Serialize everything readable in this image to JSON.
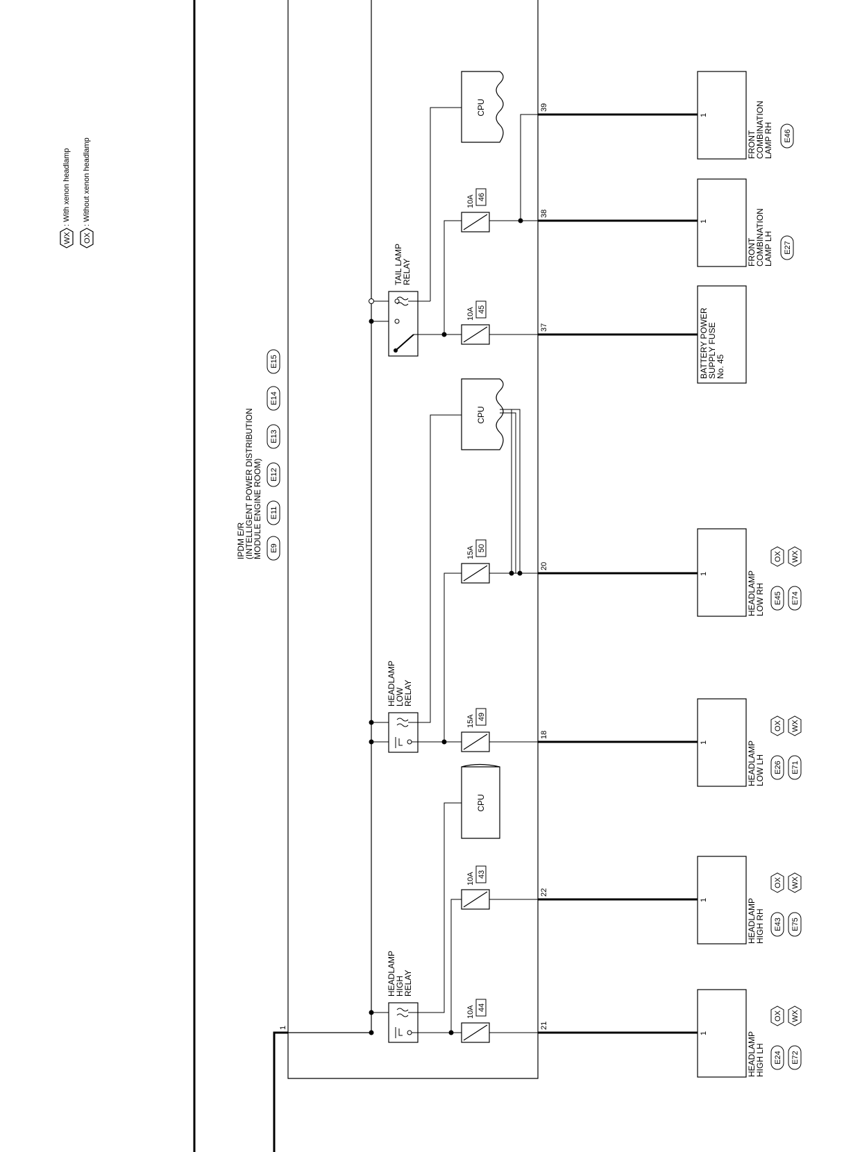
{
  "legend": {
    "wx": {
      "tag": "WX",
      "text": ": With xenon headlamp"
    },
    "ox": {
      "tag": "OX",
      "text": ": Without xenon headlamp"
    }
  },
  "ipdm": {
    "lines": [
      "IPDM E/R",
      "(INTELLIGENT POWER DISTRIBUTION",
      "MODULE ENGINE ROOM)"
    ],
    "connectors": [
      "E9",
      "E11",
      "E12",
      "E13",
      "E14",
      "E15"
    ],
    "input_pin": "1"
  },
  "relays": {
    "tail": [
      "TAIL LAMP",
      "RELAY"
    ],
    "low": [
      "HEADLAMP",
      "LOW",
      "RELAY"
    ],
    "high": [
      "HEADLAMP",
      "HIGH",
      "RELAY"
    ]
  },
  "cpu_label": "CPU",
  "fuses": {
    "f46": {
      "amp": "10A",
      "num": "46"
    },
    "f45": {
      "amp": "10A",
      "num": "45"
    },
    "f50": {
      "amp": "15A",
      "num": "50"
    },
    "f49": {
      "amp": "15A",
      "num": "49"
    },
    "f43": {
      "amp": "10A",
      "num": "43"
    },
    "f44": {
      "amp": "10A",
      "num": "44"
    }
  },
  "pins": {
    "p39": "39",
    "p38": "38",
    "p37": "37",
    "p20": "20",
    "p18": "18",
    "p22": "22",
    "p21": "21"
  },
  "components": {
    "comb_rh": {
      "lines": [
        "FRONT",
        "COMBINATION",
        "LAMP RH"
      ],
      "conn": "E46",
      "pin": "1"
    },
    "comb_lh": {
      "lines": [
        "FRONT",
        "COMBINATION",
        "LAMP LH"
      ],
      "conn": "E27",
      "pin": "1"
    },
    "battery": {
      "lines": [
        "BATTERY POWER",
        "SUPPLY FUSE",
        "No. 45"
      ]
    },
    "low_rh": {
      "lines": [
        "HEADLAMP",
        "LOW RH"
      ],
      "c1": "E45",
      "c2": "E74",
      "pin": "1"
    },
    "low_lh": {
      "lines": [
        "HEADLAMP",
        "LOW LH"
      ],
      "c1": "E26",
      "c2": "E71",
      "pin": "1"
    },
    "high_rh": {
      "lines": [
        "HEADLAMP",
        "HIGH RH"
      ],
      "c1": "E43",
      "c2": "E75",
      "pin": "1"
    },
    "high_lh": {
      "lines": [
        "HEADLAMP",
        "HIGH LH"
      ],
      "c1": "E24",
      "c2": "E72",
      "pin": "1"
    }
  },
  "variant_tags": {
    "ox": "OX",
    "wx": "WX"
  }
}
